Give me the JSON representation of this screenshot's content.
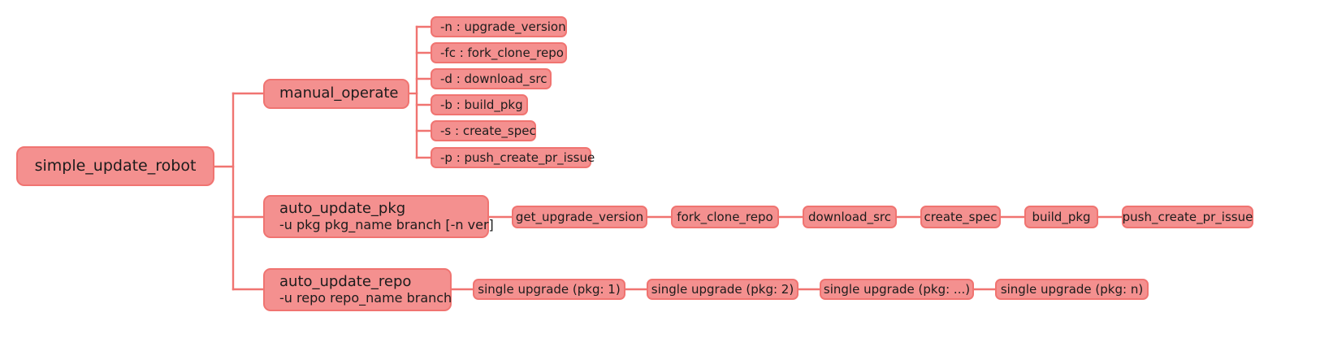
{
  "diagram": {
    "type": "mindmap-tree",
    "background_color": "#ffffff",
    "node_fill_color": "#f4908f",
    "node_border_color": "#f07471",
    "connector_color": "#f07471",
    "text_color": "#1c1c1c",
    "root": {
      "label": "simple_update_robot"
    },
    "branches": [
      {
        "id": "manual_operate",
        "label": "manual_operate",
        "options": [
          {
            "label": "-n : upgrade_version"
          },
          {
            "label": "-fc : fork_clone_repo"
          },
          {
            "label": "-d : download_src"
          },
          {
            "label": "-b : build_pkg"
          },
          {
            "label": "-s : create_spec"
          },
          {
            "label": "-p : push_create_pr_issue"
          }
        ]
      },
      {
        "id": "auto_update_pkg",
        "label": "auto_update_pkg",
        "usage": "-u pkg pkg_name branch [-n ver]",
        "steps": [
          {
            "label": "get_upgrade_version"
          },
          {
            "label": "fork_clone_repo"
          },
          {
            "label": "download_src"
          },
          {
            "label": "create_spec"
          },
          {
            "label": "build_pkg"
          },
          {
            "label": "push_create_pr_issue"
          }
        ]
      },
      {
        "id": "auto_update_repo",
        "label": "auto_update_repo",
        "usage": "-u repo repo_name branch",
        "steps": [
          {
            "label": "single upgrade (pkg: 1)"
          },
          {
            "label": "single upgrade (pkg: 2)"
          },
          {
            "label": "single upgrade (pkg: ...)"
          },
          {
            "label": "single upgrade (pkg: n)"
          }
        ]
      }
    ]
  }
}
